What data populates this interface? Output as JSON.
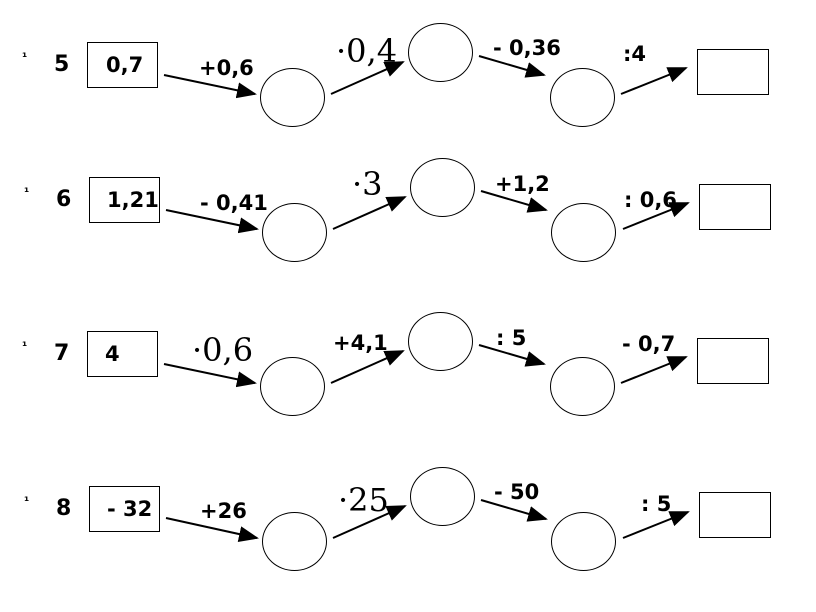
{
  "rows": [
    {
      "bullet": "¹",
      "number": "5",
      "start": "0,7",
      "ops": [
        "+0,6",
        "·0,4",
        "- 0,36",
        ":4"
      ]
    },
    {
      "bullet": "¹",
      "number": "6",
      "start": "1,21",
      "ops": [
        "- 0,41",
        "·3",
        "+1,2",
        ": 0,6"
      ]
    },
    {
      "bullet": "¹",
      "number": "7",
      "start": "4",
      "ops": [
        "·0,6",
        "+4,1",
        ": 5",
        "- 0,7"
      ]
    },
    {
      "bullet": "¹",
      "number": "8",
      "start": "- 32",
      "ops": [
        "+26",
        "·25",
        "- 50",
        ": 5"
      ]
    }
  ]
}
